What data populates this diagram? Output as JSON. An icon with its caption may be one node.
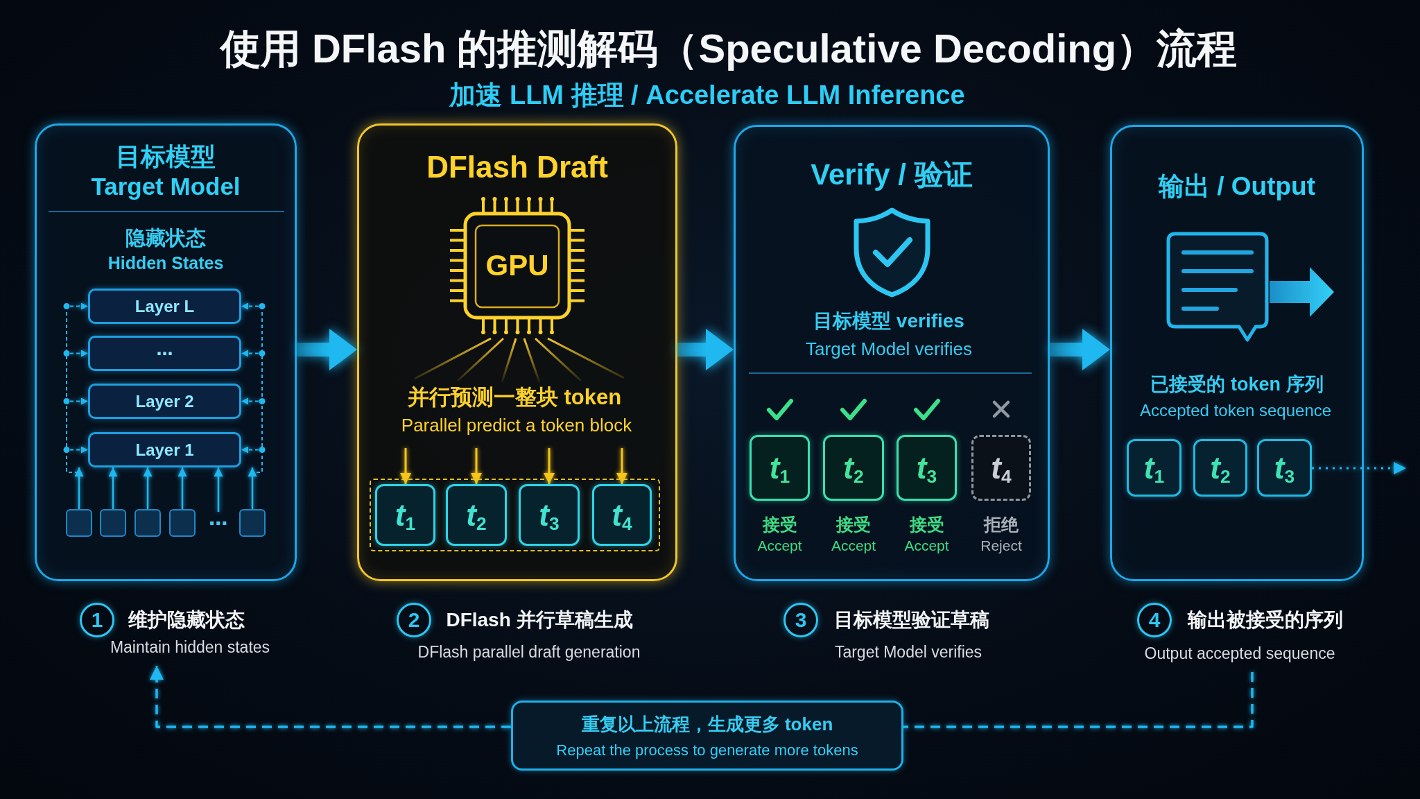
{
  "diagram": {
    "title": "使用 DFlash 的推测解码（Speculative Decoding）流程",
    "nodes": [
      {
        "text": [
          "目标模型",
          "Target Model",
          "隐藏状态",
          "Hidden States"
        ],
        "beside": [
          "1",
          "维护隐藏状态",
          "Maintain hidden states"
        ]
      },
      {
        "text": [
          "Layer L"
        ],
        "in": 0
      },
      {
        "text": [
          "⋯"
        ],
        "in": 0
      },
      {
        "text": [
          "Layer 2"
        ],
        "in": 0
      },
      {
        "text": [
          "Layer 1"
        ],
        "in": 0
      },
      {
        "text": [],
        "shape": "box",
        "in": 0
      },
      {
        "text": [],
        "shape": "box",
        "in": 0
      },
      {
        "text": [],
        "shape": "box",
        "in": 0
      },
      {
        "text": [],
        "shape": "box",
        "in": 0
      },
      {
        "text": [
          "⋯"
        ],
        "in": 0
      },
      {
        "text": [],
        "shape": "box",
        "in": 0
      },
      {
        "text": [
          "DFlash Draft",
          "并行预测一整块 token",
          "Parallel predict a token block"
        ],
        "beside": [
          "2",
          "DFlash 并行草稿生成",
          "DFlash parallel draft generation"
        ]
      },
      {
        "text": [
          "GPU"
        ],
        "in": 11
      },
      {
        "text": [],
        "shape": "box",
        "in": 11
      },
      {
        "text": [
          "*t*$_{1}$"
        ],
        "in": 13
      },
      {
        "text": [
          "*t*$_{2}$"
        ],
        "in": 13
      },
      {
        "text": [
          "*t*$_{3}$"
        ],
        "in": 13
      },
      {
        "text": [
          "*t*$_{4}$"
        ],
        "in": 13
      },
      {
        "text": [
          "Verify / 验证",
          "目标模型 verifies",
          "Target Model verifies"
        ],
        "beside": [
          "3",
          "目标模型验证草稿",
          "Target Model verifies"
        ]
      },
      {
        "text": [
          "*t*$_{1}$"
        ],
        "in": 18,
        "beside": [
          "接受",
          "Accept"
        ]
      },
      {
        "text": [
          "*t*$_{2}$"
        ],
        "in": 18,
        "beside": [
          "接受",
          "Accept"
        ]
      },
      {
        "text": [
          "*t*$_{3}$"
        ],
        "in": 18,
        "beside": [
          "接受",
          "Accept"
        ]
      },
      {
        "text": [
          "*t*$_{4}$"
        ],
        "in": 18,
        "beside": [
          "拒绝",
          "Reject"
        ]
      },
      {
        "text": [
          "输出 / Output",
          "已接受的 token 序列",
          "Accepted token sequence"
        ],
        "beside": [
          "4",
          "输出被接受的序列",
          "Output accepted sequence"
        ]
      },
      {
        "text": [
          "*t*$_{1}$"
        ],
        "in": 23
      },
      {
        "text": [
          "*t*$_{2}$"
        ],
        "in": 23
      },
      {
        "text": [
          "*t*$_{3}$"
        ],
        "in": 23
      },
      {
        "text": [
          "重复以上流程，生成更多 token",
          "Repeat the process to generate more tokens"
        ]
      }
    ],
    "edges": [
      {
        "from": 0,
        "to": 11,
        "arrow": "to",
        "style": "thick"
      },
      {
        "from": 11,
        "to": 18,
        "arrow": "to",
        "style": "thick"
      },
      {
        "from": 18,
        "to": 23,
        "arrow": "to",
        "style": "thick"
      },
      {
        "from": 23,
        "to": 27,
        "arrow": "none",
        "style": "dashed"
      },
      {
        "from": 27,
        "to": 0,
        "arrow": "to",
        "style": "dashed"
      },
      {
        "from": 5,
        "to": 4,
        "arrow": "to"
      },
      {
        "from": 6,
        "to": 4,
        "arrow": "to"
      },
      {
        "from": 7,
        "to": 4,
        "arrow": "to"
      },
      {
        "from": 8,
        "to": 4,
        "arrow": "to"
      },
      {
        "from": 9,
        "to": 4,
        "arrow": "to"
      },
      {
        "from": 10,
        "to": 4,
        "arrow": "to"
      },
      {
        "from": null,
        "to": 1,
        "arrow": "to",
        "style": "dashed"
      },
      {
        "from": null,
        "to": 1,
        "arrow": "to",
        "style": "dashed"
      },
      {
        "from": null,
        "to": 2,
        "arrow": "to",
        "style": "dashed"
      },
      {
        "from": null,
        "to": 2,
        "arrow": "to",
        "style": "dashed"
      },
      {
        "from": null,
        "to": 3,
        "arrow": "to",
        "style": "dashed"
      },
      {
        "from": null,
        "to": 3,
        "arrow": "to",
        "style": "dashed"
      },
      {
        "from": null,
        "to": 4,
        "arrow": "to",
        "style": "dashed"
      },
      {
        "from": null,
        "to": 4,
        "arrow": "to",
        "style": "dashed"
      },
      {
        "from": null,
        "to": 14,
        "arrow": "to",
        "color": "#f5c518"
      },
      {
        "from": null,
        "to": 15,
        "arrow": "to",
        "color": "#f5c518"
      },
      {
        "from": null,
        "to": 16,
        "arrow": "to",
        "color": "#f5c518"
      },
      {
        "from": null,
        "to": 17,
        "arrow": "to",
        "color": "#f5c518"
      },
      {
        "from": 26,
        "to": null,
        "arrow": "to",
        "style": "dashed"
      }
    ],
    "labels": [
      "加速 LLM 推理 / Accelerate LLM Inference"
    ]
  }
}
